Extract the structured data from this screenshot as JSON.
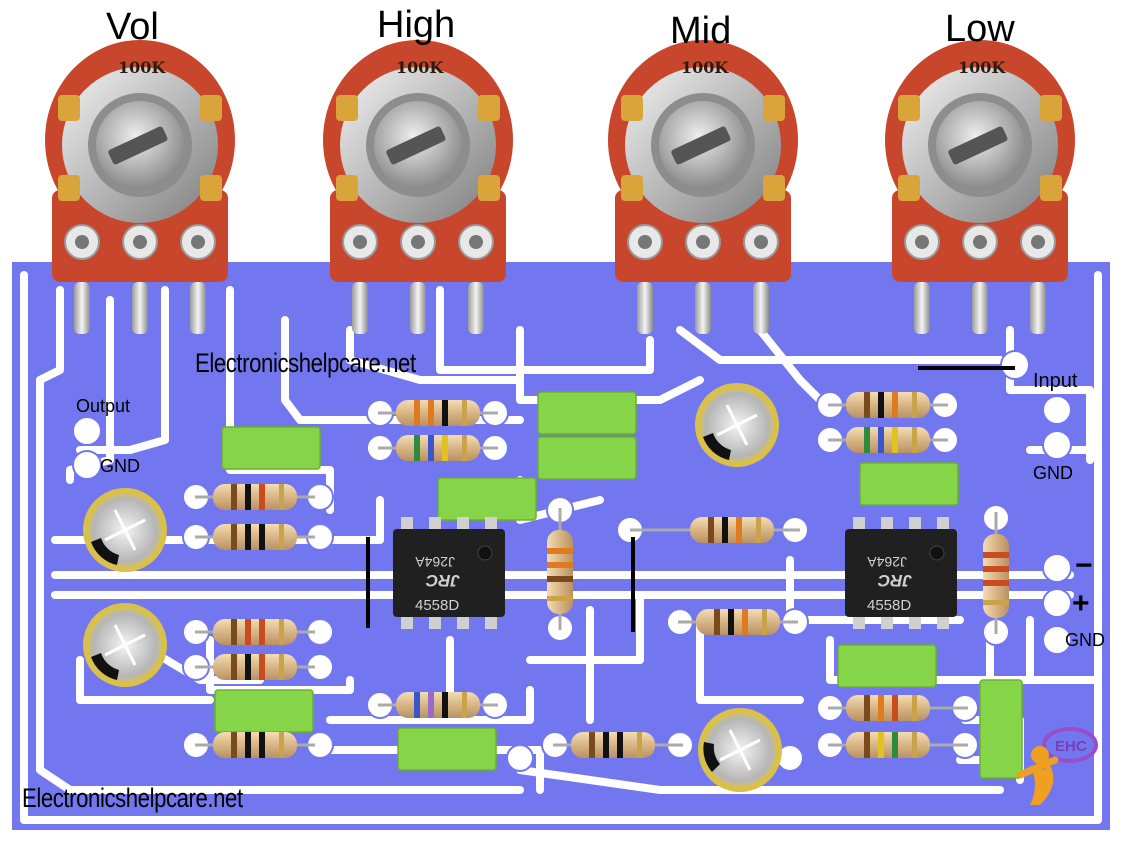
{
  "pots": [
    {
      "name": "Vol",
      "value": "100K"
    },
    {
      "name": "High",
      "value": "100K"
    },
    {
      "name": "Mid",
      "value": "100K"
    },
    {
      "name": "Low",
      "value": "100K"
    }
  ],
  "pins": {
    "output": "Output",
    "gnd_left": "GND",
    "input": "Input",
    "gnd_input": "GND",
    "supply_minus": "−",
    "supply_plus": "+",
    "gnd_supply": "GND"
  },
  "ics": [
    {
      "brand": "JRC",
      "code": "J264A",
      "part": "4558D"
    },
    {
      "brand": "JRC",
      "code": "J264A",
      "part": "4558D"
    }
  ],
  "watermarks": {
    "top": "Electronicshelpcare.net",
    "bottom": "Electronicshelpcare.net"
  },
  "logo": {
    "text": "EHC"
  },
  "colors": {
    "board": "#7277F0",
    "copper_gap": "#FFFFFF",
    "capacitor_box": "#86D447",
    "pot_body": "#C8462C",
    "ic_body": "#202020"
  }
}
